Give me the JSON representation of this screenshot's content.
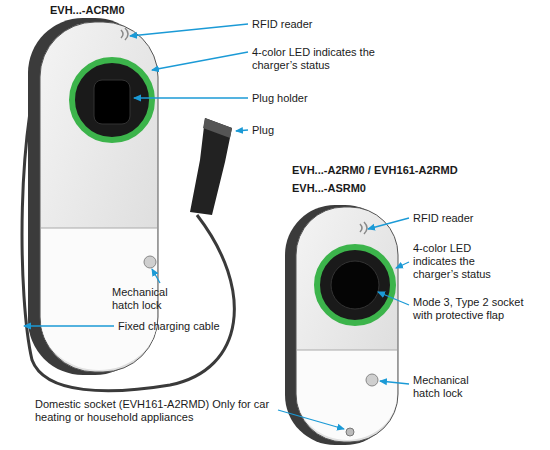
{
  "diagram": {
    "labels": [
      "EVH...-ACRM0",
      "RFID reader",
      "4-color LED indicates the charger’s status",
      "Plug holder",
      "Plug",
      "Mechanical hatch lock",
      "Fixed charging cable",
      "EVH...-A2RM0 / EVH161-A2RMD",
      "EVH...-ASRM0",
      "RFID reader",
      "4-color LED indicates the charger’s status",
      "Mode 3, Type 2 socket with protective flap",
      "Mechanical hatch lock",
      "Domestic socket (EVH161-A2RMD) Only for car heating or household appliances"
    ]
  }
}
